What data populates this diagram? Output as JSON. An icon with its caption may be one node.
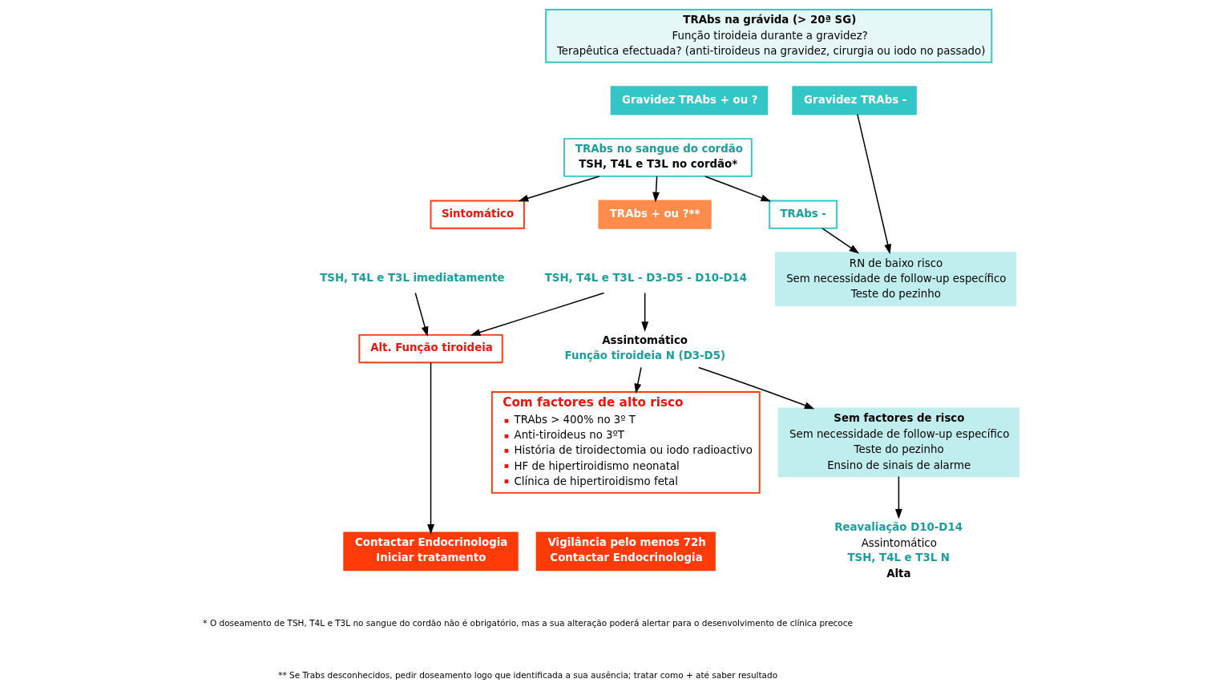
{
  "diagram": {
    "nodes": [
      {
        "text": [
          "TRAbs na grávida (> 20ª SG)",
          "Função tiroideia durante a gravidez?",
          "Terapêutica efectuada? (anti-tiroideus na gravidez, cirurgia ou iodo no passado)"
        ]
      },
      {
        "text": [
          "Gravidez TRAbs + ou ?"
        ]
      },
      {
        "text": [
          "Gravidez TRAbs -"
        ]
      },
      {
        "text": [
          "TRAbs no sangue do cordão",
          "TSH, T4L e T3L no cordão*"
        ]
      },
      {
        "text": [
          "Sintomático"
        ]
      },
      {
        "text": [
          "TRAbs + ou ?**"
        ]
      },
      {
        "text": [
          "TRAbs -"
        ]
      },
      {
        "text": [
          "TSH, T4L e T3L imediatamente"
        ]
      },
      {
        "text": [
          "TSH, T4L e T3L - D3-D5 - D10-D14"
        ]
      },
      {
        "text": [
          "RN de baixo risco",
          "Sem necessidade de follow-up específico",
          "Teste do pezinho"
        ]
      },
      {
        "text": [
          "Alt. Função tiroideia"
        ]
      },
      {
        "text": [
          "Assintomático",
          "Função tiroideia N (D3-D5)"
        ]
      },
      {
        "text": [
          "Com factores de alto risco",
          "TRAbs > 400% no 3º T",
          "Anti-tiroideus no 3ºT",
          "História de tiroidectomia ou iodo radioactivo",
          "HF de hipertiroidismo neonatal",
          "Clínica de hipertiroidismo fetal"
        ]
      },
      {
        "text": [
          "Sem factores de risco",
          "Sem necessidade de follow-up específico",
          "Teste do pezinho",
          "Ensino de sinais de alarme"
        ]
      },
      {
        "text": [
          "Contactar Endocrinologia",
          "Iniciar tratamento"
        ]
      },
      {
        "text": [
          "Vigilância pelo menos 72h",
          "Contactar Endocrinologia"
        ]
      },
      {
        "text": [
          "Reavaliação D10-D14",
          "Assintomático",
          "TSH, T4L e T3L N",
          "Alta"
        ]
      }
    ],
    "edges": [
      {
        "from": 3,
        "to": 4,
        "arrow": "to"
      },
      {
        "from": 3,
        "to": 5,
        "arrow": "to"
      },
      {
        "from": 3,
        "to": 6,
        "arrow": "to"
      },
      {
        "from": 2,
        "to": 9,
        "arrow": "to"
      },
      {
        "from": 6,
        "to": 9,
        "arrow": "to"
      },
      {
        "from": 7,
        "to": 10,
        "arrow": "to"
      },
      {
        "from": 8,
        "to": 10,
        "arrow": "to"
      },
      {
        "from": 8,
        "to": 11,
        "arrow": "to"
      },
      {
        "from": 10,
        "to": 14,
        "arrow": "to"
      },
      {
        "from": 11,
        "to": 12,
        "arrow": "to"
      },
      {
        "from": 11,
        "to": 13,
        "arrow": "to"
      },
      {
        "from": 13,
        "to": 16,
        "arrow": "to"
      }
    ],
    "labels": [
      "* O doseamento de TSH, T4L e T3L no sangue do cordão não é obrigatório, mas a sua alteração poderá alertar para o desenvolvimento de clínica precoce",
      "** Se Trabs desconhecidos, pedir doseamento logo que identificada a sua ausência; tratar como + até saber resultado"
    ]
  }
}
